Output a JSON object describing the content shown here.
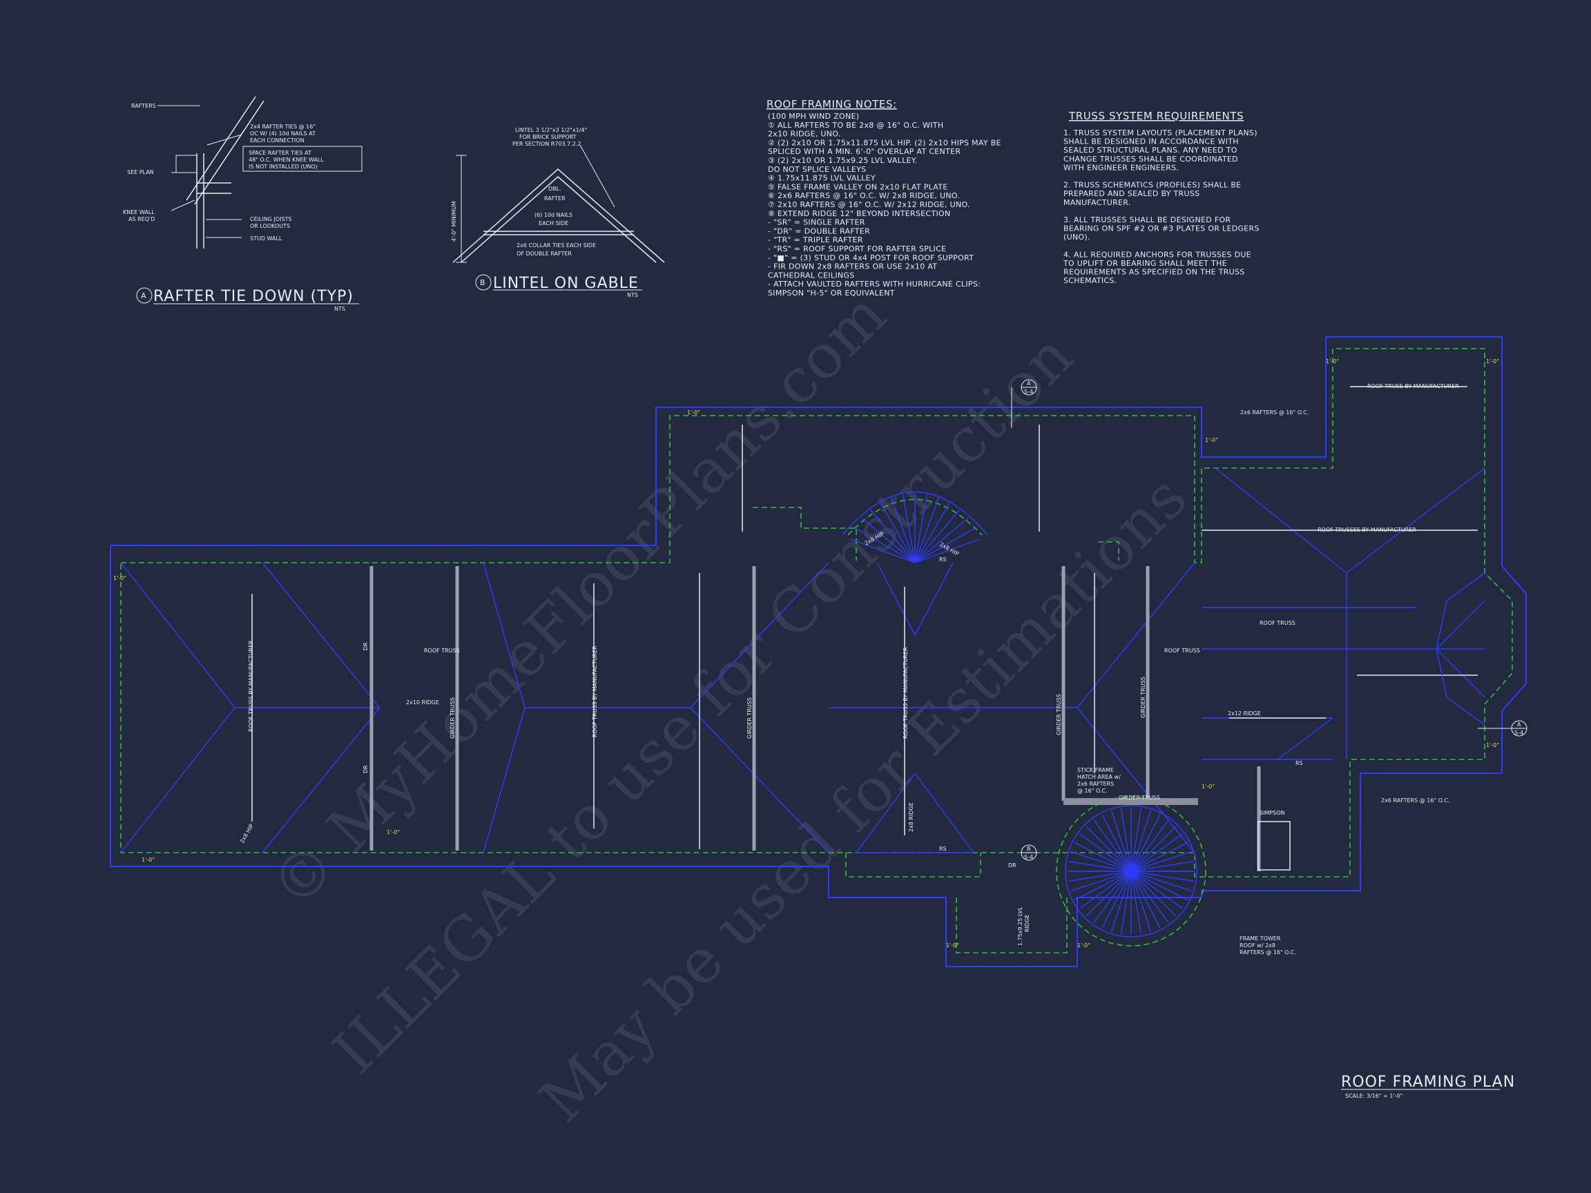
{
  "watermark": {
    "line1": "© MyHomeFloorPlans.com",
    "line2": "ILLEGAL to use for Construction",
    "line3": "May be used for Estimations"
  },
  "detail_a": {
    "title": "RAFTER TIE DOWN (TYP)",
    "marker": "A",
    "scale": "NTS",
    "labels": {
      "rafters": "RAFTERS",
      "ties_1": "2x4 RAFTER TIES @ 16\"",
      "ties_2": "OC W/ (4) 10d NAILS AT",
      "ties_3": "EACH CONNECTION",
      "space_1": "SPACE RAFTER TIES AT",
      "space_2": "48\" O.C. WHEN KNEE WALL",
      "space_3": "IS NOT INSTALLED (UNO)",
      "see_plan": "SEE PLAN",
      "knee_1": "KNEE WALL",
      "knee_2": "AS REQ'D",
      "ceiling_1": "CEILING JOISTS",
      "ceiling_2": "OR LOOKOUTS",
      "stud": "STUD WALL"
    }
  },
  "detail_b": {
    "title": "LINTEL ON GABLE",
    "marker": "B",
    "scale": "NTS",
    "labels": {
      "lintel_1": "LINTEL 3 1/2\"x3 1/2\"x1/4\"",
      "lintel_2": "FOR BRICK SUPPORT",
      "lintel_3": "PER SECTION R703.7.2.2",
      "min": "4'-0\" MINIMUM",
      "dbl_1": "DBL.",
      "dbl_2": "RAFTER",
      "nails_1": "(6) 10d NAILS",
      "nails_2": "EACH SIDE",
      "collar_1": "2x6 COLLAR TIES EACH SIDE",
      "collar_2": "OF DOUBLE RAFTER"
    }
  },
  "roof_notes": {
    "heading": "ROOF FRAMING NOTES:",
    "lines": [
      "(100 MPH WIND ZONE)",
      "① ALL RAFTERS TO BE 2x8 @ 16\" O.C. WITH",
      "    2x10 RIDGE, UNO.",
      "② (2) 2x10 OR 1.75x11.875 LVL HIP. (2) 2x10 HIPS MAY BE",
      "    SPLICED WITH A MIN. 6'-0\" OVERLAP AT CENTER",
      "③ (2) 2x10 OR 1.75x9.25 LVL VALLEY.",
      "    DO NOT SPLICE VALLEYS",
      "④ 1.75x11.875 LVL VALLEY",
      "⑤ FALSE FRAME VALLEY ON 2x10 FLAT PLATE",
      "⑥ 2x6 RAFTERS @ 16\" O.C. W/ 2x8 RIDGE, UNO.",
      "⑦ 2x10 RAFTERS @ 16\" O.C. W/ 2x12 RIDGE, UNO.",
      "⑧ EXTEND RIDGE 12\" BEYOND INTERSECTION",
      " -  \"SR\" = SINGLE RAFTER",
      " -  \"DR\" = DOUBLE RAFTER",
      " -  \"TR\" = TRIPLE RAFTER",
      " -  \"RS\" = ROOF SUPPORT FOR RAFTER SPLICE",
      " -  \"■\" = (3) STUD OR 4x4 POST FOR ROOF SUPPORT",
      " -  FIR DOWN 2x8 RAFTERS OR USE 2x10 AT",
      "    CATHEDRAL CEILINGS",
      " -  ATTACH VAULTED RAFTERS WITH HURRICANE CLIPS:",
      "    SIMPSON \"H-5\" OR EQUIVALENT"
    ]
  },
  "truss_req": {
    "heading": "TRUSS SYSTEM REQUIREMENTS",
    "lines": [
      "1. TRUSS SYSTEM LAYOUTS (PLACEMENT PLANS)",
      "SHALL BE DESIGNED IN ACCORDANCE WITH",
      "SEALED STRUCTURAL PLANS. ANY NEED TO",
      "CHANGE TRUSSES SHALL BE COORDINATED",
      "WITH ENGINEER ENGINEERS.",
      "",
      "2. TRUSS SCHEMATICS (PROFILES) SHALL BE",
      "PREPARED AND SEALED BY TRUSS",
      "MANUFACTURER.",
      "",
      "3. ALL TRUSSES SHALL BE DESIGNED FOR",
      "BEARING ON SPF #2 OR #3 PLATES OR LEDGERS",
      "(UNO).",
      "",
      "4. ALL REQUIRED ANCHORS FOR TRUSSES DUE",
      "TO UPLIFT OR BEARING SHALL MEET THE",
      "REQUIREMENTS AS SPECIFIED ON THE TRUSS",
      "SCHEMATICS."
    ]
  },
  "plan": {
    "title": "ROOF FRAMING PLAN",
    "scale": "SCALE: 3/16\" = 1'-0\"",
    "labels": {
      "roof_truss_mfr": "ROOF TRUSS BY MANUFACTURER",
      "roof_trusses_mfr": "ROOF TRUSSES BY MANUFACTURER",
      "roof_truss": "ROOF TRUSS",
      "girder_truss": "GIRDER TRUSS",
      "ridge_2x10": "2x10 RIDGE",
      "ridge_2x12": "2x12 RIDGE",
      "ridge_2x8": "2x8 RIDGE",
      "rafters_2x6": "2x6 RAFTERS @ 16\" O.C.",
      "stick_1": "STICK FRAME",
      "stick_2": "HATCH AREA w/",
      "stick_3": "2x6 RAFTERS",
      "stick_4": "@ 16\" O.C.",
      "tower_1": "FRAME TOWER",
      "tower_2": "ROOF w/ 2x8",
      "tower_3": "RAFTERS @ 16\" O.C.",
      "dr": "DR",
      "rs": "RS",
      "hip": "2x8 HIP",
      "lvl": "1.75x9.25 LVL",
      "ridge": "RIDGE",
      "simpson": "SIMPSON",
      "dim": "1'-0\"",
      "sec_a": "A",
      "sec_b": "B",
      "sheet": "S-4"
    }
  }
}
